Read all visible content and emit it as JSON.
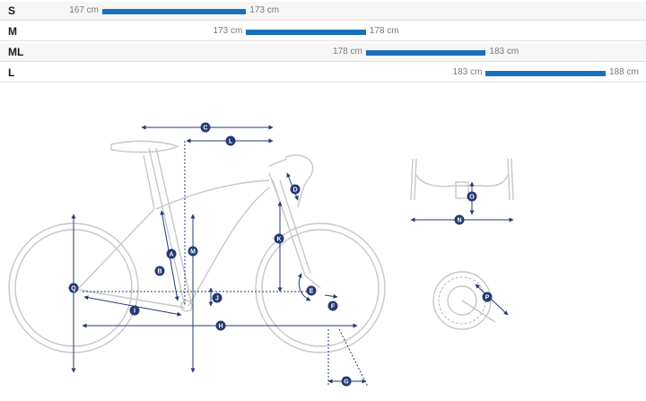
{
  "sizes": [
    {
      "name": "S",
      "min": "167 cm",
      "max": "173 cm",
      "min_cm": 167,
      "max_cm": 173
    },
    {
      "name": "M",
      "min": "173 cm",
      "max": "178 cm",
      "min_cm": 173,
      "max_cm": 178
    },
    {
      "name": "ML",
      "min": "178 cm",
      "max": "183 cm",
      "min_cm": 178,
      "max_cm": 183
    },
    {
      "name": "L",
      "min": "183 cm",
      "max": "188 cm",
      "min_cm": 183,
      "max_cm": 188
    }
  ],
  "colors": {
    "bar": "#1a6fbd",
    "badge": "#243a73",
    "frame_line": "#c7c7c7",
    "row_alt": "#f6f6f6"
  },
  "geometry_labels": {
    "A": "A",
    "B": "B",
    "C": "C",
    "D": "D",
    "E": "E",
    "F": "F",
    "G": "G",
    "H": "H",
    "I": "I",
    "J": "J",
    "K": "K",
    "L": "L",
    "M": "M",
    "N": "N",
    "O": "O",
    "P": "P",
    "Q": "Q"
  }
}
